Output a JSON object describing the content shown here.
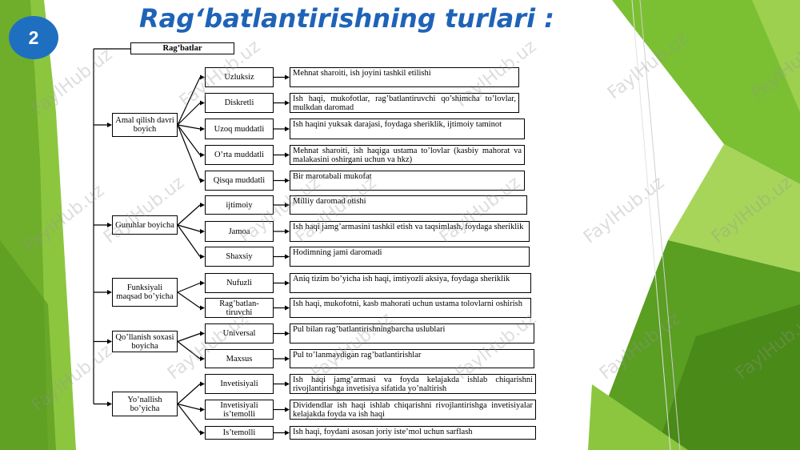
{
  "slide_number": "2",
  "title": "Rag‘batlantirishning turlari :",
  "watermark": "FaylHub.uz",
  "root": "Rag’batlar",
  "categories": [
    {
      "label": "Amal qilish davri boyich",
      "items": [
        {
          "name": "Uzluksiz",
          "desc": "Mehnat sharoiti, ish joyini tashkil etilishi"
        },
        {
          "name": "Diskretli",
          "desc": "Ish haqi, mukofotlar, rag’batlantiruvchi qo’shimcha to’lovlar, mulkdan daromad"
        },
        {
          "name": "Uzoq muddatli",
          "desc": "Ish haqini yuksak darajasi, foydaga sheriklik, ijtimoiy taminot"
        },
        {
          "name": "O’rta muddatli",
          "desc": "Mehnat sharoiti, ish haqiga ustama to’lovlar (kasbiy mahorat va malakasini oshirgani uchun va hkz)"
        },
        {
          "name": "Qisqa muddatli",
          "desc": "Bir marotabali mukofat"
        }
      ]
    },
    {
      "label": "Guruhlar boyicha",
      "items": [
        {
          "name": "ijtimoiy",
          "desc": "Milliy daromad otishi"
        },
        {
          "name": "Jamoa",
          "desc": "Ish haqi jamg’armasini tashkil etish va taqsimlash, foydaga sheriklik"
        },
        {
          "name": "Shaxsiy",
          "desc": "Hodimning jami daromadi"
        }
      ]
    },
    {
      "label": "Funksiyali maqsad bo’yicha",
      "items": [
        {
          "name": "Nufuzli",
          "desc": "Aniq tizim bo’yicha ish haqi, imtiyozli aksiya, foydaga sheriklik"
        },
        {
          "name": "Rag’batlan-tiruvchi",
          "desc": "Ish haqi, mukofotni, kasb mahorati uchun ustama tolovlarni oshirish"
        }
      ]
    },
    {
      "label": "Qo’llanish soxasi boyicha",
      "items": [
        {
          "name": "Universal",
          "desc": "Pul bilan rag’batlantirishningbarcha uslublari"
        },
        {
          "name": "Maxsus",
          "desc": "Pul to’lanmaydigan rag’batlantirishlar"
        }
      ]
    },
    {
      "label": "Yo’nallish bo’yicha",
      "items": [
        {
          "name": "Invetisiyali",
          "desc": "Ish haqi jamg’armasi va foyda kelajakda ishlab chiqarishni rivojlantirishga invetisiya sifatida yo’naltirish"
        },
        {
          "name": "Invetisiyali is’temolli",
          "desc": "Dividendlar ish haqi ishlab chiqarishni rivojlantirishga invetisiyalar kelajakda foyda va ish haqi"
        },
        {
          "name": "Is’temolli",
          "desc": "Ish haqi, foydani asosan joriy iste’mol uchun sarflash"
        }
      ]
    }
  ]
}
